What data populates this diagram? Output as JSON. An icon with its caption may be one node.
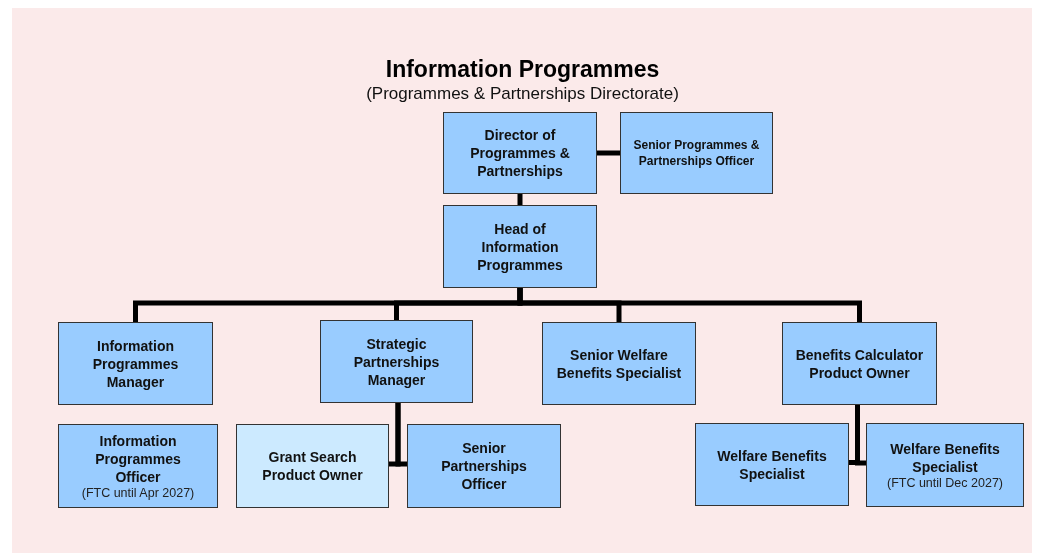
{
  "diagram": {
    "title": "Information Programmes",
    "caption": "(Programmes & Partnerships Directorate)",
    "nodes": [
      {
        "text": [
          "Director of Programmes & Partnerships"
        ]
      },
      {
        "text": [
          "Senior Programmes & Partnerships Officer"
        ]
      },
      {
        "text": [
          "Head of Information Programmes"
        ]
      },
      {
        "text": [
          "Information Programmes Manager"
        ]
      },
      {
        "text": [
          "Strategic Partnerships Manager"
        ]
      },
      {
        "text": [
          "Senior Welfare Benefits Specialist"
        ]
      },
      {
        "text": [
          "Benefits Calculator Product Owner"
        ]
      },
      {
        "text": [
          "Information Programmes Officer",
          "(FTC until Apr 2027)"
        ]
      },
      {
        "text": [
          "Grant Search Product Owner"
        ]
      },
      {
        "text": [
          "Senior Partnerships Officer"
        ]
      },
      {
        "text": [
          "Welfare Benefits Specialist"
        ]
      },
      {
        "text": [
          "Welfare Benefits Specialist",
          "(FTC until Dec 2027)"
        ]
      }
    ],
    "edges": [
      {
        "from": 0,
        "to": 1,
        "arrow": "none"
      },
      {
        "from": 0,
        "to": 2,
        "arrow": "none"
      },
      {
        "from": 2,
        "to": 3,
        "arrow": "none"
      },
      {
        "from": 2,
        "to": 4,
        "arrow": "none"
      },
      {
        "from": 2,
        "to": 5,
        "arrow": "none"
      },
      {
        "from": 2,
        "to": 6,
        "arrow": "none"
      },
      {
        "from": 4,
        "to": 8,
        "arrow": "none"
      },
      {
        "from": 4,
        "to": 9,
        "arrow": "none"
      },
      {
        "from": 6,
        "to": 10,
        "arrow": "none"
      },
      {
        "from": 6,
        "to": 11,
        "arrow": "none"
      }
    ]
  }
}
